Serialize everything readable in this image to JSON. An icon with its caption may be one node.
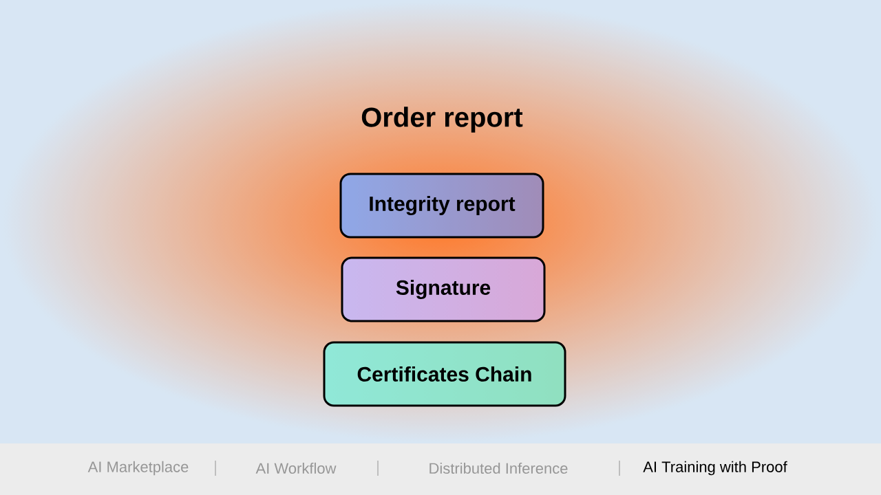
{
  "diagram": {
    "title": "Order report",
    "nodes": [
      {
        "text": [
          "Integrity report"
        ]
      },
      {
        "text": [
          "Signature"
        ]
      },
      {
        "text": [
          "Certificates Chain"
        ]
      }
    ],
    "labels": [
      "AI Marketplace",
      "AI Workflow",
      "Distributed Inference",
      "AI Training with Proof"
    ]
  }
}
